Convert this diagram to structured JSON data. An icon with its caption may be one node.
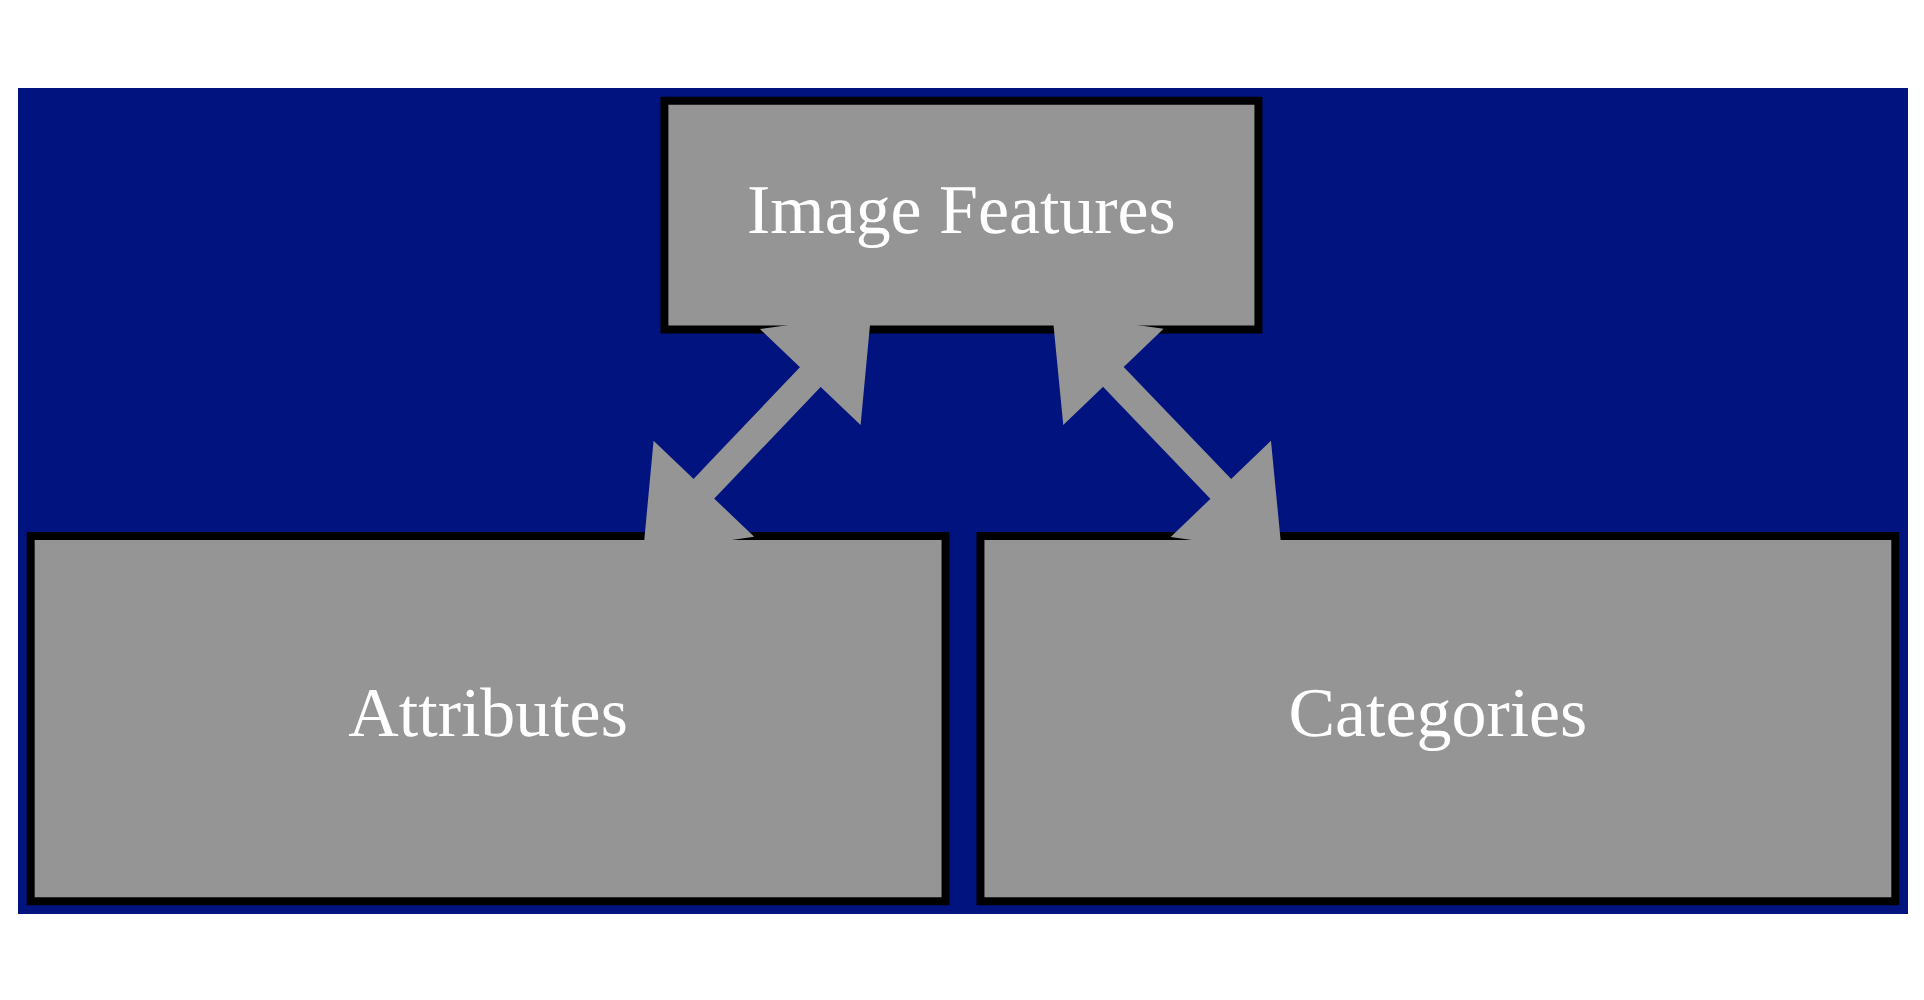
{
  "diagram": {
    "nodes": [
      {
        "text": [
          "Image Features"
        ]
      },
      {
        "text": [
          "Attributes"
        ]
      },
      {
        "text": [
          "Categories"
        ]
      }
    ],
    "edges": [
      {
        "from": 0,
        "to": 1,
        "arrow": "both"
      },
      {
        "from": 0,
        "to": 2,
        "arrow": "both"
      }
    ]
  }
}
